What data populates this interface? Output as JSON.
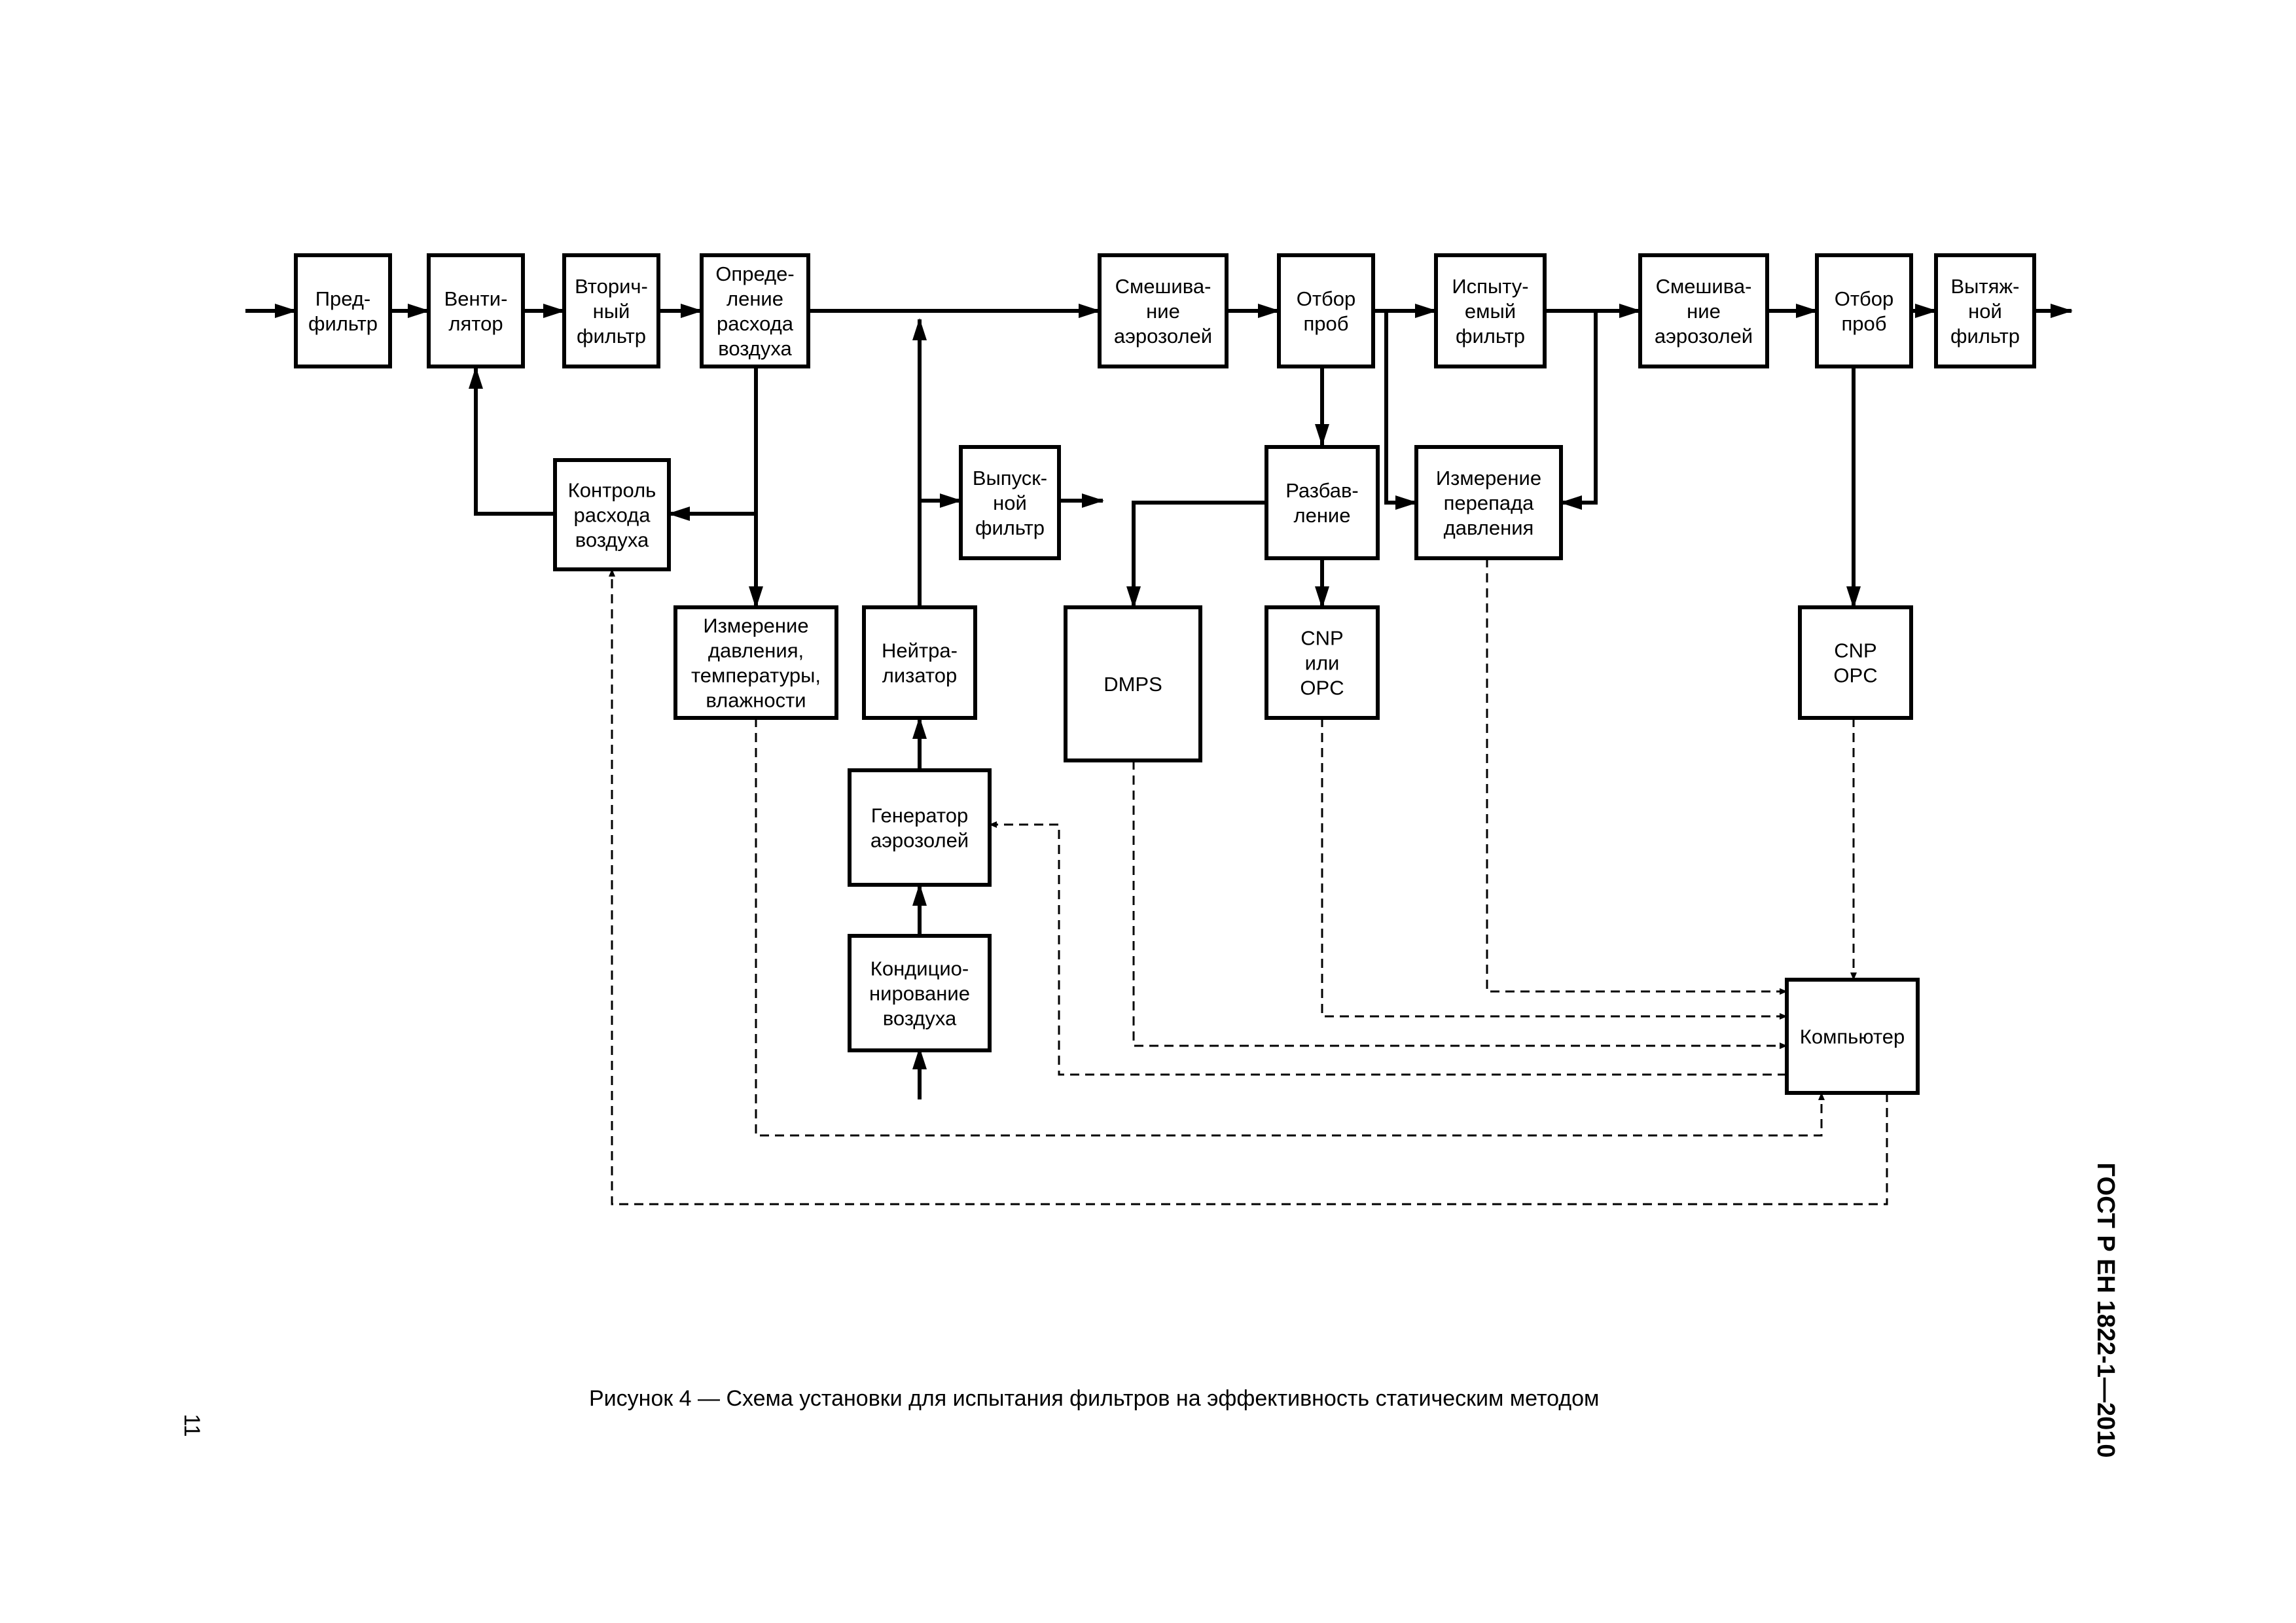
{
  "blocks": {
    "prefilter": [
      "Пред-",
      "фильтр"
    ],
    "fan": [
      "Венти-",
      "лятор"
    ],
    "secondary_filter": [
      "Вторич-",
      "ный",
      "фильтр"
    ],
    "airflow_measurement": [
      "Опреде-",
      "ление",
      "расхода",
      "воздуха"
    ],
    "aerosol_mixing_1": [
      "Смешива-",
      "ние",
      "аэрозолей"
    ],
    "sampling_1": [
      "Отбор",
      "проб"
    ],
    "test_filter": [
      "Испыту-",
      "емый",
      "фильтр"
    ],
    "aerosol_mixing_2": [
      "Смешива-",
      "ние",
      "аэрозолей"
    ],
    "sampling_2": [
      "Отбор",
      "проб"
    ],
    "exhaust_filter": [
      "Вытяж-",
      "ной",
      "фильтр"
    ],
    "airflow_control": [
      "Контроль",
      "расхода",
      "воздуха"
    ],
    "outlet_filter": [
      "Выпуск-",
      "ной",
      "фильтр"
    ],
    "dilution": [
      "Разбав-",
      "ление"
    ],
    "pressure_drop": [
      "Измерение",
      "перепада",
      "давления"
    ],
    "ptm_measurement": [
      "Измерение",
      "давления,",
      "температуры,",
      "влажности"
    ],
    "neutralizer": [
      "Нейтра-",
      "лизатор"
    ],
    "dmps": [
      "DMPS"
    ],
    "cnp_opc_1": [
      "CNP",
      "или",
      "OPC"
    ],
    "cnp_opc_2": [
      "CNP",
      "OPC"
    ],
    "aerosol_generator": [
      "Генератор",
      "аэрозолей"
    ],
    "air_conditioning": [
      "Кондицио-",
      "нирование",
      "воздуха"
    ],
    "computer": [
      "Компьютер"
    ]
  },
  "caption": "Рисунок  4 — Схема установки для испытания фильтров на эффективность статическим методом",
  "page_number": "11",
  "standard": "ГОСТ Р ЕН 1822-1—2010"
}
